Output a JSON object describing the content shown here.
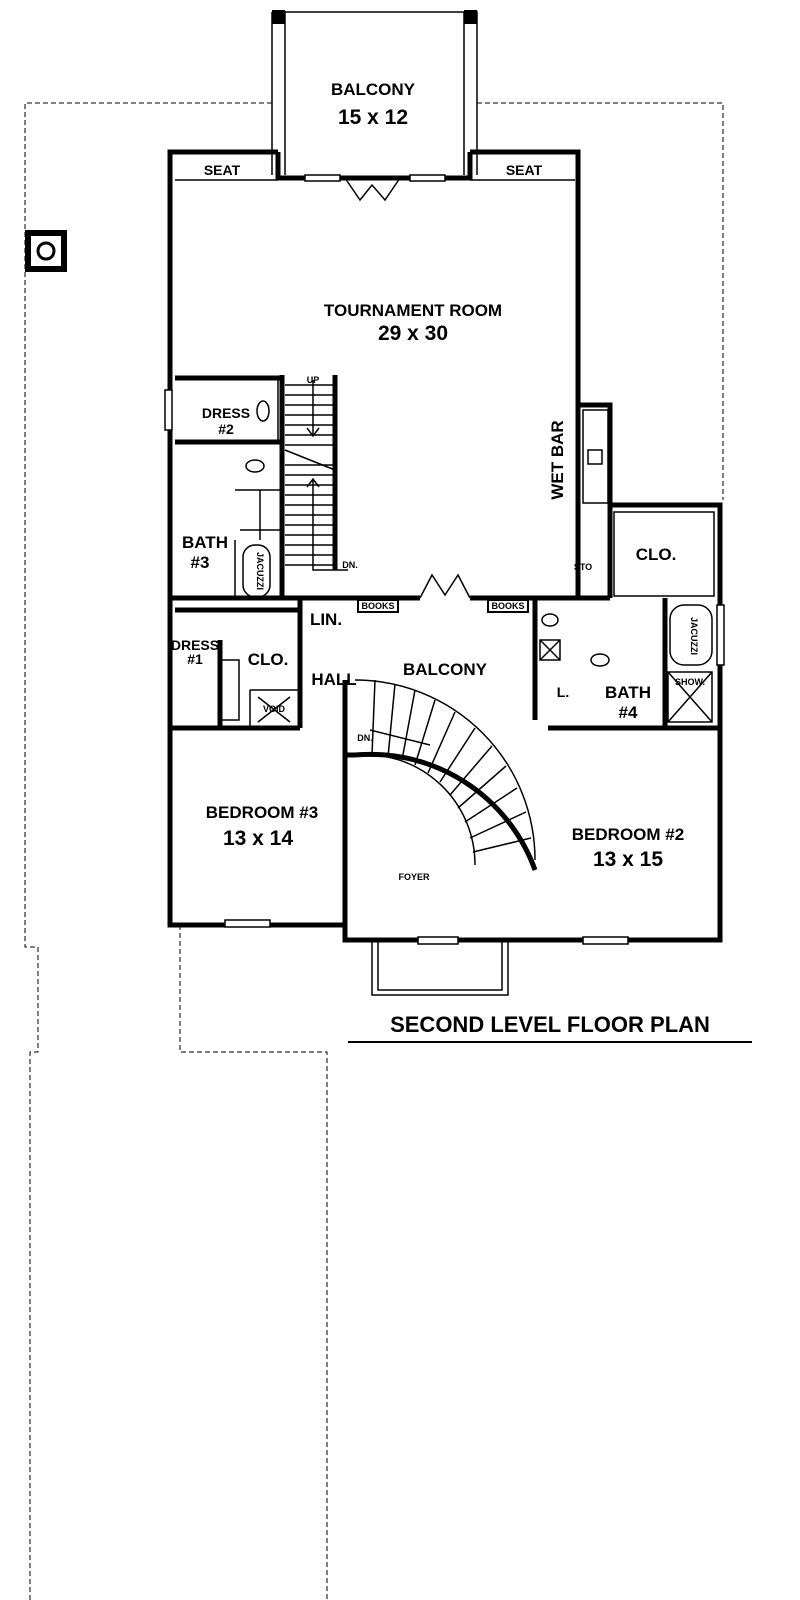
{
  "title": "SECOND LEVEL FLOOR PLAN",
  "rooms": {
    "top_balcony": {
      "name": "BALCONY",
      "size": "15 x 12"
    },
    "seat_left": "SEAT",
    "seat_right": "SEAT",
    "tournament_room": {
      "name": "TOURNAMENT ROOM",
      "size": "29 x 30"
    },
    "dress2": {
      "name": "DRESS",
      "num": "#2"
    },
    "bath3": {
      "name": "BATH",
      "num": "#3"
    },
    "dress1": {
      "name": "DRESS",
      "num": "#1"
    },
    "clo_left": "CLO.",
    "lin": "LIN.",
    "hall": "HALL",
    "void": "VOID",
    "books_left": "BOOKS",
    "books_right": "BOOKS",
    "balcony": "BALCONY",
    "wet_bar": "WET BAR",
    "sto": "STO",
    "clo_right": "CLO.",
    "bath4": {
      "name": "BATH",
      "num": "#4"
    },
    "linen_small": "L.",
    "shower": "SHOW.",
    "jacuzzi": "JACUZZI",
    "bedroom3": {
      "name": "BEDROOM #3",
      "size": "13 x 14"
    },
    "bedroom2": {
      "name": "BEDROOM #2",
      "size": "13 x 15"
    },
    "foyer": "FOYER",
    "stair_up": "UP",
    "stair_dn": "DN.",
    "curved_stair_dn": "DN."
  }
}
